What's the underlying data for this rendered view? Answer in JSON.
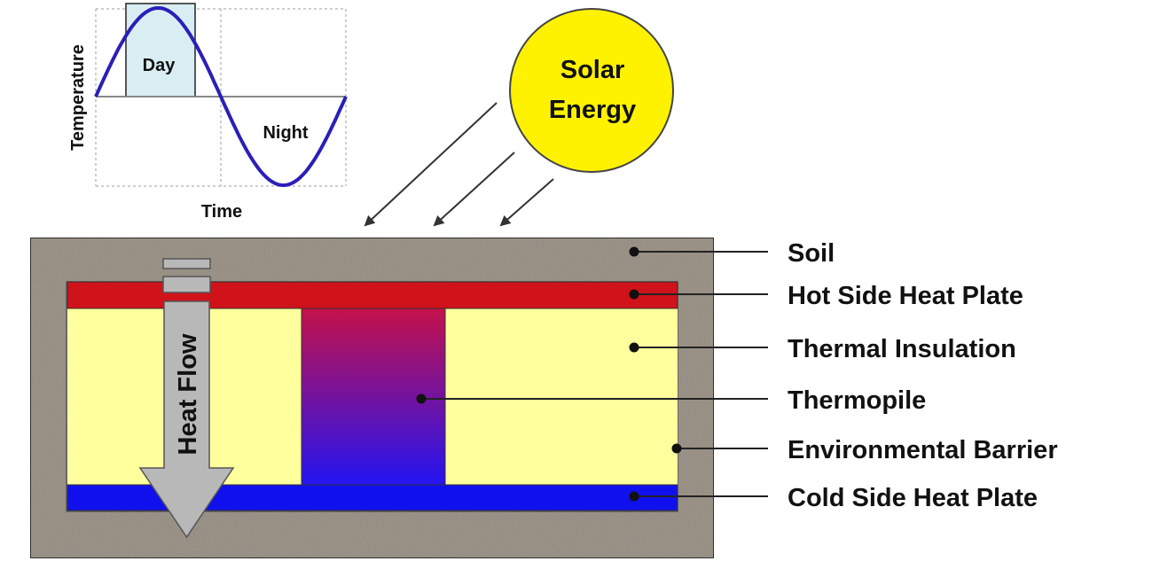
{
  "colors": {
    "soil": "#a39a8f",
    "hot_plate": "#d0121b",
    "cold_plate": "#1010ee",
    "insulation": "#ffff9e",
    "thermopile_top": "#c4124a",
    "thermopile_bottom": "#2414f2",
    "sun": "#fff200",
    "wave": "#2b1fb8",
    "day_box": "#d8eef2",
    "arrow": "#b8b8b8"
  },
  "graph": {
    "y_axis_label": "Temperature",
    "x_axis_label": "Time",
    "day_label": "Day",
    "night_label": "Night"
  },
  "sun": {
    "line1": "Solar",
    "line2": "Energy"
  },
  "arrow": {
    "label": "Heat Flow"
  },
  "layers": [
    {
      "name": "Soil"
    },
    {
      "name": "Hot Side Heat Plate"
    },
    {
      "name": "Thermal Insulation"
    },
    {
      "name": "Thermopile"
    },
    {
      "name": "Environmental Barrier"
    },
    {
      "name": "Cold Side Heat Plate"
    }
  ]
}
